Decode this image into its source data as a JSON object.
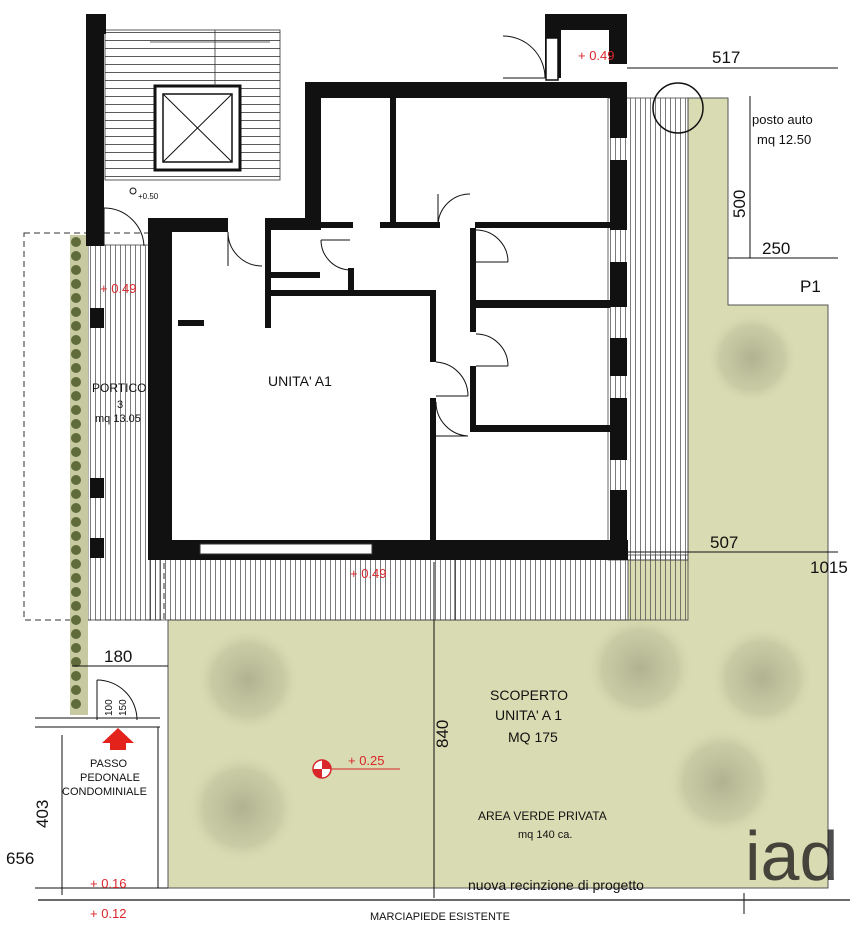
{
  "rooms": {
    "unit_label": "UNITA' A1",
    "portico": {
      "title": "PORTICO",
      "number": "3",
      "area": "mq 13.05"
    },
    "scoperto": {
      "line1": "SCOPERTO",
      "line2": "UNITA' A 1",
      "line3": "MQ 175"
    },
    "area_verde": {
      "title": "AREA VERDE PRIVATA",
      "area": "mq 140 ca."
    },
    "parking": {
      "line1": "posto auto",
      "line2": "mq 12.50",
      "code": "P1"
    },
    "entrance": {
      "line1": "PASSO",
      "line2": "PEDONALE",
      "line3": "CONDOMINIALE"
    }
  },
  "elevations": {
    "door_top": "+ 0.49",
    "stair": "+0.50",
    "portico": "+ 0.49",
    "terrace": "+ 0.49",
    "garden": "+ 0.25",
    "street_1": "+ 0.16",
    "street_2": "+ 0.12"
  },
  "dimensions": {
    "d517": "517",
    "d500": "500",
    "d250": "250",
    "d507": "507",
    "d1015": "1015",
    "d840": "840",
    "d180": "180",
    "d403": "403",
    "d656": "656",
    "gate_100": "100",
    "gate_150": "150"
  },
  "notes": {
    "fence": "nuova recinzione di progetto",
    "sidewalk": "MARCIAPIEDE ESISTENTE"
  },
  "watermark": "iad",
  "colors": {
    "wall": "#111111",
    "garden": "#d9dbb2",
    "annotation_red": "#d8262b",
    "entrance_arrow": "#e3231b"
  }
}
